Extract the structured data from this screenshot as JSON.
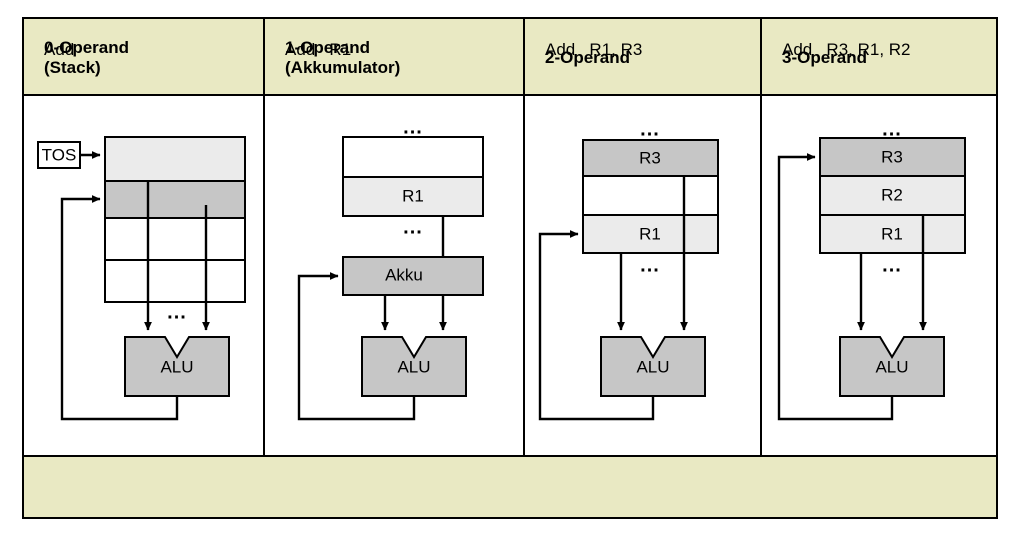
{
  "figure": {
    "title_present": false,
    "colors": {
      "header_bg": "#e9e9c3",
      "instruction_bg": "#e9e9c3",
      "cell_white": "#ffffff",
      "cell_light_gray": "#ebebeb",
      "cell_mid_gray": "#c6c6c6",
      "alu_fill": "#c6c6c6",
      "line": "#000000",
      "page_bg": "#ffffff"
    },
    "ellipsis": "..."
  },
  "columns": [
    {
      "id": "col-0-operand",
      "header_line1": "0-Operand",
      "header_line2": "(Stack)",
      "instruction": "Add",
      "pointer_label": "TOS",
      "alu_label": "ALU",
      "memory_kind": "stack",
      "cells": [
        {
          "label": "",
          "fill": "cell_light_gray"
        },
        {
          "label": "",
          "fill": "cell_mid_gray"
        },
        {
          "label": "",
          "fill": "cell_white"
        },
        {
          "label": "",
          "fill": "cell_white"
        }
      ],
      "ellipsis_top": false,
      "ellipsis_bottom": true,
      "writeback": true
    },
    {
      "id": "col-1-operand",
      "header_line1": "1-Operand",
      "header_line2": "(Akkumulator)",
      "instruction": "Add   R1",
      "pointer_label": "",
      "alu_label": "ALU",
      "accumulator_label": "Akku",
      "memory_kind": "registers",
      "cells": [
        {
          "label": "",
          "fill": "cell_white"
        },
        {
          "label": "R1",
          "fill": "cell_light_gray"
        }
      ],
      "ellipsis_top": true,
      "ellipsis_bottom": true,
      "writeback": true
    },
    {
      "id": "col-2-operand",
      "header_line1": "2-Operand",
      "header_line2": "",
      "instruction": "Add   R1, R3",
      "pointer_label": "",
      "alu_label": "ALU",
      "memory_kind": "registers",
      "cells": [
        {
          "label": "R3",
          "fill": "cell_mid_gray"
        },
        {
          "label": "",
          "fill": "cell_white"
        },
        {
          "label": "R1",
          "fill": "cell_light_gray"
        }
      ],
      "ellipsis_top": true,
      "ellipsis_bottom": true,
      "writeback": true
    },
    {
      "id": "col-3-operand",
      "header_line1": "3-Operand",
      "header_line2": "",
      "instruction": "Add   R3, R1, R2",
      "pointer_label": "",
      "alu_label": "ALU",
      "memory_kind": "registers",
      "cells": [
        {
          "label": "R3",
          "fill": "cell_mid_gray"
        },
        {
          "label": "R2",
          "fill": "cell_light_gray"
        },
        {
          "label": "R1",
          "fill": "cell_light_gray"
        }
      ],
      "ellipsis_top": true,
      "ellipsis_bottom": true,
      "writeback": true
    }
  ]
}
